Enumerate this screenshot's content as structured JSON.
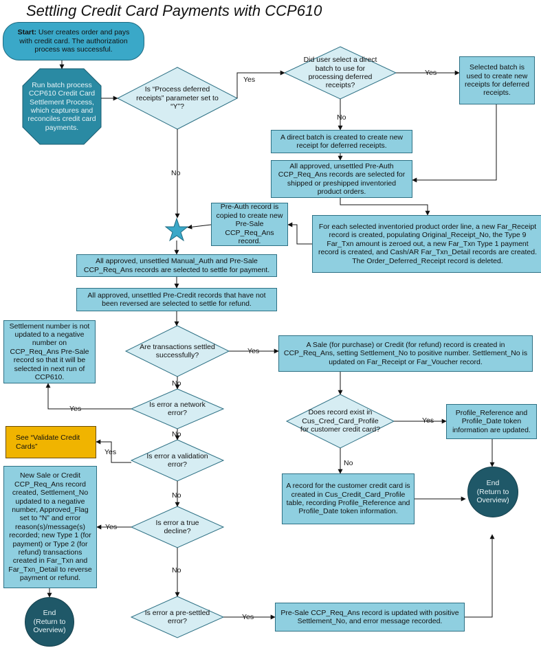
{
  "title": "Settling Credit Card Payments with CCP610",
  "start": {
    "label": "Start:",
    "text": " User creates order and pays with credit card. The authorization process was successful."
  },
  "batch_process": "Run batch process CCP610 Credit Card Settlement Process, which captures and reconciles credit card payments.",
  "decisions": {
    "process_deferred": "Is “Process deferred receipts” parameter set to “Y”?",
    "direct_batch": "Did user select a direct batch to use for processing deferred receipts?",
    "settled_successfully": "Are transactions settled successfully?",
    "network_error": "Is error a network error?",
    "validation_error": "Is error a validation error?",
    "true_decline": "Is error a true decline?",
    "pre_settled": "Is error a pre-settled error?",
    "record_exists": "Does record exist in Cus_Cred_Card_Profile for customer credit card?"
  },
  "processes": {
    "selected_batch": "Selected batch is used to create new receipts for deferred receipts.",
    "direct_batch_created": "A direct batch is created to create new receipt for deferred receipts.",
    "preauth_selected": "All approved, unsettled Pre-Auth CCP_Req_Ans records are selected for shipped or preshipped inventoried product orders.",
    "far_receipt": "For each selected inventoried product order line, a new Far_Receipt record is created, populating Original_Receipt_No, the Type 9 Far_Txn amount is zeroed out, a new Far_Txn Type 1 payment record is created, and Cash/AR Far_Txn_Detail records are created. The Order_Deferred_Receipt record is deleted.",
    "preauth_copied": "Pre-Auth record is copied to create new Pre-Sale CCP_Req_Ans record.",
    "manual_auth": "All approved, unsettled Manual_Auth and  Pre-Sale CCP_Req_Ans records are selected to settle for payment.",
    "pre_credit": "All approved, unsettled Pre-Credit records that have not been reversed are selected to settle for refund.",
    "settlement_not_updated": "Settlement number is not updated to a negative number on CCP_Req_Ans Pre-Sale record so that it will be selected in next run of CCP610.",
    "sale_credit_created": "A Sale (for purchase) or Credit (for refund) record is created in CCP_Req_Ans, setting Settlement_No to positive number.  Settlement_No is updated on Far_Receipt or Far_Voucher record.",
    "profile_updated": "Profile_Reference and Profile_Date token information are updated.",
    "profile_created": "A record for the customer credit card is created in Cus_Credit_Card_Profile table, recording Profile_Reference and Profile_Date token information.",
    "new_sale_credit": "New Sale or Credit CCP_Req_Ans record created, Settlement_No updated to a negative number, Approved_Flag set to “N” and error reason(s)/message(s) recorded; new Type 1 (for payment) or Type 2 (for refund) transactions created in Far_Txn and Far_Txn_Detail to reverse payment or refund.",
    "presale_updated": "Pre-Sale CCP_Req_Ans record is updated with positive Settlement_No, and error message recorded."
  },
  "subprocess": "See “Validate Credit Cards”",
  "ends": {
    "left": {
      "line1": "End",
      "line2": "(Return to Overview)"
    },
    "right": {
      "line1": "End",
      "line2": "(Return to Overview)"
    }
  },
  "edge_labels": {
    "yes": "Yes",
    "no": "No"
  },
  "colors": {
    "process_fill": "#8fcfe0",
    "decision_fill": "#d6edf3",
    "start_fill": "#3aa8c8",
    "octagon_fill": "#2a8aa3",
    "end_fill": "#1f5868",
    "subprocess_fill": "#f0b400",
    "star_fill": "#3aa8c8"
  }
}
